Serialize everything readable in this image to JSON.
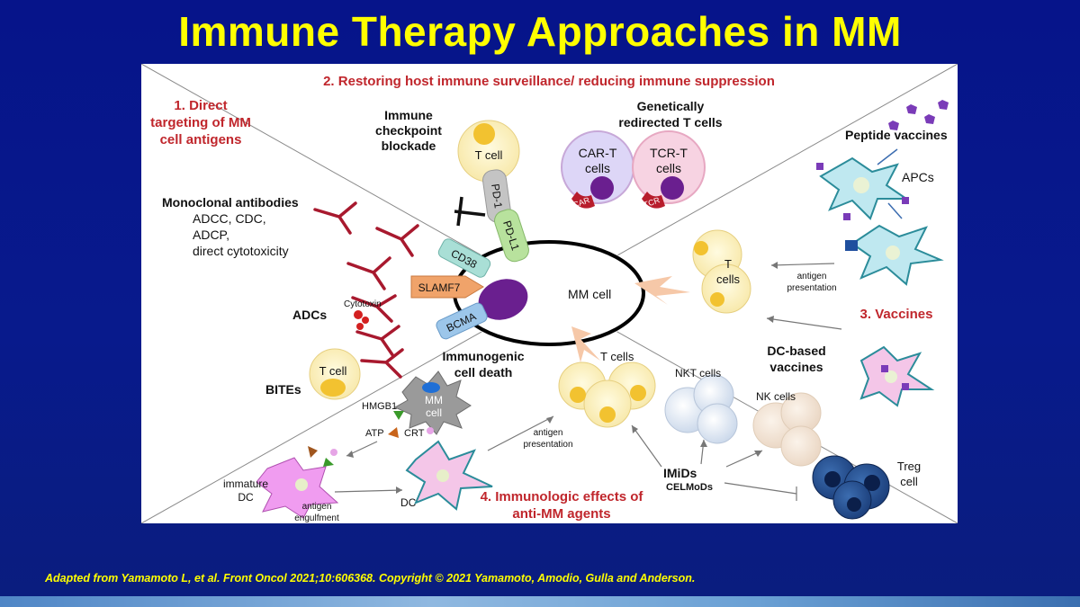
{
  "title": "Immune Therapy Approaches in MM",
  "footer": "Adapted from Yamamoto L, et al. Front Oncol 2021;10:606368. Copyright © 2021 Yamamoto, Amodio, Gulla and Anderson.",
  "sections": {
    "s1": [
      "1. Direct",
      "targeting of MM",
      "cell antigens"
    ],
    "s2": "2. Restoring host immune surveillance/ reducing immune suppression",
    "s3": "3. Vaccines",
    "s4": [
      "4. Immunologic effects of",
      "anti-MM agents"
    ]
  },
  "center": {
    "mm_cell": "MM cell"
  },
  "antigens": {
    "cd38": "CD38",
    "slamf7": "SLAMF7",
    "bcma": "BCMA",
    "pd1": "PD-1",
    "pdl1": "PD-L1"
  },
  "labels": {
    "checkpoint": [
      "Immune",
      "checkpoint",
      "blockade"
    ],
    "t_cell": "T cell",
    "genetically": [
      "Genetically",
      "redirected T cells"
    ],
    "car_t": [
      "CAR-T",
      "cells"
    ],
    "tcr_t": [
      "TCR-T",
      "cells"
    ],
    "car": "CAR",
    "tcr": "TCR",
    "mab_title": "Monoclonal antibodies",
    "mab_lines": [
      "ADCC, CDC,",
      "ADCP,",
      "direct cytotoxicity"
    ],
    "adcs": "ADCs",
    "cytotoxin": "Cytotoxin",
    "bites": "BITEs",
    "bite_t_cell": "T cell",
    "peptide_vaccines": "Peptide vaccines",
    "apcs": "APCs",
    "vacc_t_cells": [
      "T",
      "cells"
    ],
    "antigen_presentation": [
      "antigen",
      "presentation"
    ],
    "dc_based": [
      "DC-based",
      "vaccines"
    ],
    "icd": [
      "Immunogenic",
      "cell death"
    ],
    "dying_mm": [
      "MM",
      "cell"
    ],
    "hmgb1": "HMGB1",
    "atp": "ATP",
    "crt": "CRT",
    "immature_dc": [
      "immature",
      "DC"
    ],
    "antigen_engulfment": [
      "antigen",
      "engulfment"
    ],
    "dc": "DC",
    "t_cells": "T cells",
    "antigen_presentation_2": [
      "antigen",
      "presentation"
    ],
    "nkt": "NKT cells",
    "nk": "NK cells",
    "imids": "IMiDs",
    "celmods": "CELMoDs",
    "treg": [
      "Treg",
      "cell"
    ]
  },
  "colors": {
    "title": "#ffff00",
    "section": "#c0262c",
    "antibody": "#a8192e",
    "bg": "#0a1a8a"
  }
}
